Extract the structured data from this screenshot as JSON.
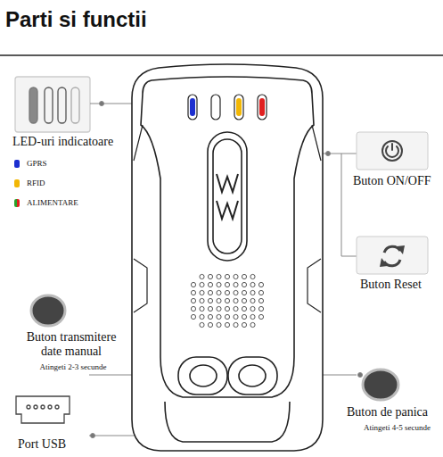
{
  "diagram": {
    "title": "Parti si functii",
    "labels": [
      "LED-uri indicatoare",
      "Buton ON/OFF",
      "Buton Reset",
      "Buton transmitere date manual",
      "Atingeti 2-3 secunde",
      "Buton de panica",
      "Atingeti 4-5 secunde",
      "Port USB"
    ],
    "legend": [
      {
        "text": "GPRS",
        "color": "#1c2fd0"
      },
      {
        "text": "RFID",
        "color": "#f2b705"
      },
      {
        "text": "ALIMENTARE"
      }
    ]
  }
}
